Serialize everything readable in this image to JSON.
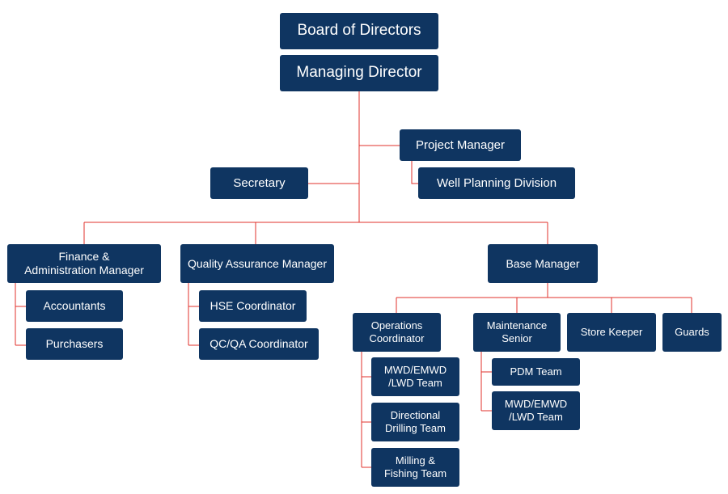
{
  "org_chart": {
    "board": "Board of Directors",
    "managing_director": "Managing Director",
    "project_manager": "Project Manager",
    "well_planning": "Well Planning Division",
    "secretary": "Secretary",
    "finance": "Finance &\nAdministration Manager",
    "accountants": "Accountants",
    "purchasers": "Purchasers",
    "qa_manager": "Quality Assurance Manager",
    "hse": "HSE Coordinator",
    "qcqa": "QC/QA Coordinator",
    "base_manager": "Base Manager",
    "ops_coordinator": "Operations\nCoordinator",
    "ops_mwd": "MWD/EMWD\n/LWD Team",
    "directional": "Directional\nDrilling Team",
    "milling": "Milling &\nFishing Team",
    "maintenance": "Maintenance\nSenior",
    "pdm": "PDM Team",
    "maint_mwd": "MWD/EMWD\n/LWD Team",
    "store_keeper": "Store Keeper",
    "guards": "Guards"
  },
  "colors": {
    "box": "#0f3561",
    "text": "#ffffff",
    "connector": "#e0302b"
  }
}
